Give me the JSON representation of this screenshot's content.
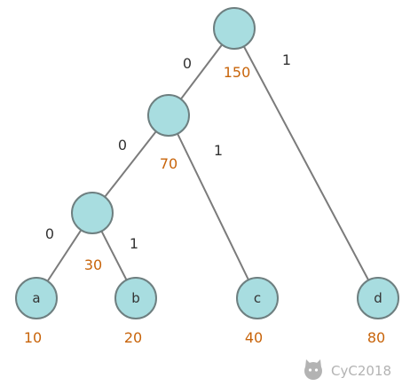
{
  "tree": {
    "nodes": {
      "root": {
        "label": "",
        "weight": "150"
      },
      "n70": {
        "label": "",
        "weight": "70"
      },
      "n30": {
        "label": "",
        "weight": "30"
      },
      "a": {
        "label": "a",
        "weight": "10"
      },
      "b": {
        "label": "b",
        "weight": "20"
      },
      "c": {
        "label": "c",
        "weight": "40"
      },
      "d": {
        "label": "d",
        "weight": "80"
      }
    },
    "edges": {
      "root_n70": "0",
      "root_d": "1",
      "n70_n30": "0",
      "n70_c": "1",
      "n30_a": "0",
      "n30_b": "1"
    }
  },
  "watermark": {
    "text": "CyC2018",
    "icon": "github-octocat-icon"
  }
}
